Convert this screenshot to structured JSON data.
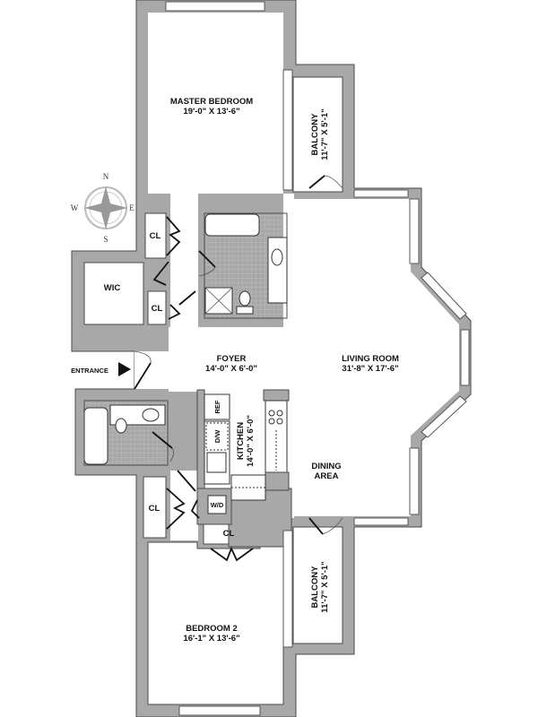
{
  "rooms": {
    "master_bedroom": {
      "name": "MASTER BEDROOM",
      "size": "19'-0\" X 13'-6\""
    },
    "balcony_top": {
      "name": "BALCONY",
      "size": "11'-7\" X 5'-1\""
    },
    "wic": {
      "name": "WIC"
    },
    "closet_1": {
      "name": "CL"
    },
    "closet_2": {
      "name": "CL"
    },
    "foyer": {
      "name": "FOYER",
      "size": "14'-0\" X 6'-0\""
    },
    "living_room": {
      "name": "LIVING ROOM",
      "size": "31'-8\" X 17'-6\""
    },
    "kitchen": {
      "name": "KITCHEN",
      "size": "14'-0\" X 6'-0\""
    },
    "dining_area": {
      "line1": "DINING",
      "line2": "AREA"
    },
    "closet_3": {
      "name": "CL"
    },
    "closet_4": {
      "name": "CL"
    },
    "balcony_bottom": {
      "name": "BALCONY",
      "size": "11'-7\" X 5'-1\""
    },
    "bedroom_2": {
      "name": "BEDROOM 2",
      "size": "16'-1\" X 13'-6\""
    }
  },
  "appliances": {
    "ref": "REF",
    "dw": "D/W",
    "wd": "W/D"
  },
  "entrance": {
    "label": "ENTRANCE"
  },
  "compass": {
    "n": "N",
    "s": "S",
    "e": "E",
    "w": "W"
  },
  "colors": {
    "wall": "#a8a8a8",
    "outline": "#4a4a4a"
  }
}
